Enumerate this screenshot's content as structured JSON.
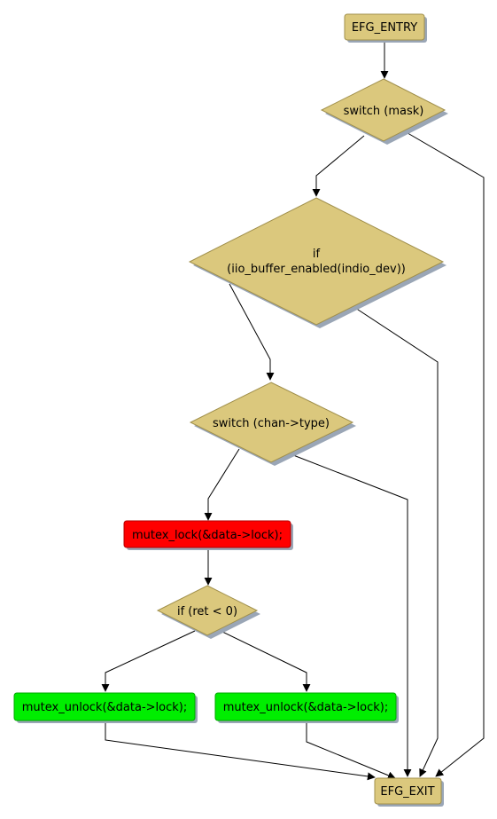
{
  "colors": {
    "decision_fill": "#dbc87d",
    "decision_stroke": "#a08f4b",
    "terminal_fill": "#dbc87d",
    "lock_fill": "#ff0000",
    "unlock_fill": "#00ee00",
    "shadow": "#9aa6b6",
    "edge": "#000000",
    "background": "#ffffff"
  },
  "nodes": {
    "entry": {
      "label": "EFG_ENTRY"
    },
    "switch_mask": {
      "label": "switch (mask)"
    },
    "if_buffer": {
      "line1": "if",
      "line2": "(iio_buffer_enabled(indio_dev))"
    },
    "switch_chan": {
      "label": "switch (chan->type)"
    },
    "mutex_lock": {
      "label": "mutex_lock(&data->lock);"
    },
    "if_ret": {
      "label": "if (ret < 0)"
    },
    "unlock_left": {
      "label": "mutex_unlock(&data->lock);"
    },
    "unlock_right": {
      "label": "mutex_unlock(&data->lock);"
    },
    "exit": {
      "label": "EFG_EXIT"
    }
  }
}
